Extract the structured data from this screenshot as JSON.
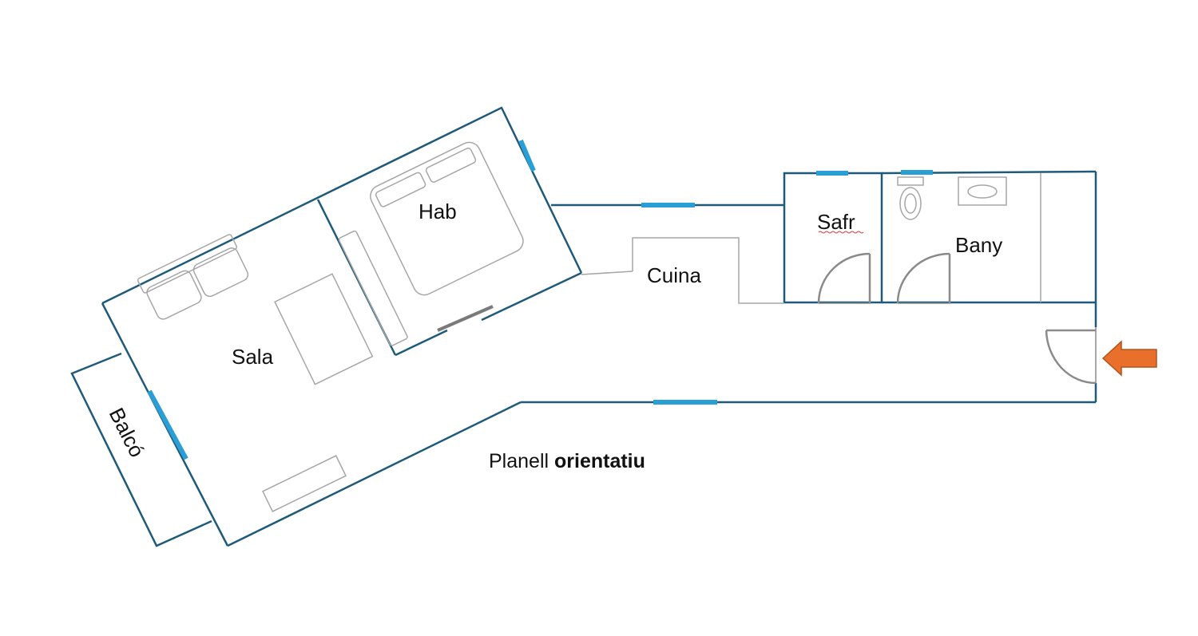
{
  "rooms": {
    "hab": "Hab",
    "sala": "Sala",
    "cuina": "Cuina",
    "safr": "Safr",
    "bany": "Bany",
    "balco": "Balcó"
  },
  "caption": {
    "normal": "Planell ",
    "bold": "orientatiu"
  },
  "colors": {
    "wall": "#1f5a7a",
    "window": "#2a9fd6",
    "furniture": "#a6a6a6",
    "entry_arrow": "#e8702a",
    "entry_arrow_stroke": "#b3531c"
  },
  "icons": {
    "entry": "arrow-left-icon"
  }
}
